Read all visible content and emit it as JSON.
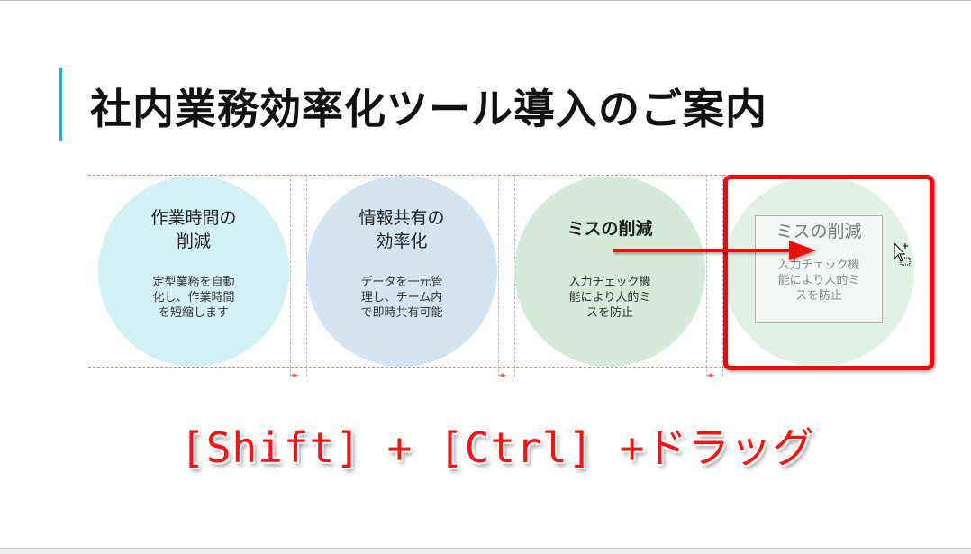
{
  "slide": {
    "title": "社内業務効率化ツール導入のご案内",
    "accent_color": "#2aa8d0",
    "circles": [
      {
        "heading_line1": "作業時間の",
        "heading_line2": "削減",
        "body_line1": "定型業務を自動",
        "body_line2": "化し、作業時間",
        "body_line3": "を短縮します",
        "fill": "#d3f1f5"
      },
      {
        "heading_line1": "情報共有の",
        "heading_line2": "効率化",
        "body_line1": "データを一元管",
        "body_line2": "理し、チーム内",
        "body_line3": "で即時共有可能",
        "fill": "#d3e5f3"
      },
      {
        "heading_line1": "ミスの削減",
        "heading_line2": "",
        "body_line1": "入力チェック機",
        "body_line2": "能により人的ミ",
        "body_line3": "スを防止",
        "fill": "#d4eadb"
      }
    ],
    "ghost_copy": {
      "heading": "ミスの削減",
      "body_line1": "入力チェック機",
      "body_line2": "能により人的ミ",
      "body_line3": "スを防止",
      "fill": "#e3f0e6"
    },
    "gap_indicator": "◂▸"
  },
  "annotation": {
    "caption": "[Shift] + [Ctrl] +ドラッグ",
    "highlight_color": "#ff0000"
  }
}
